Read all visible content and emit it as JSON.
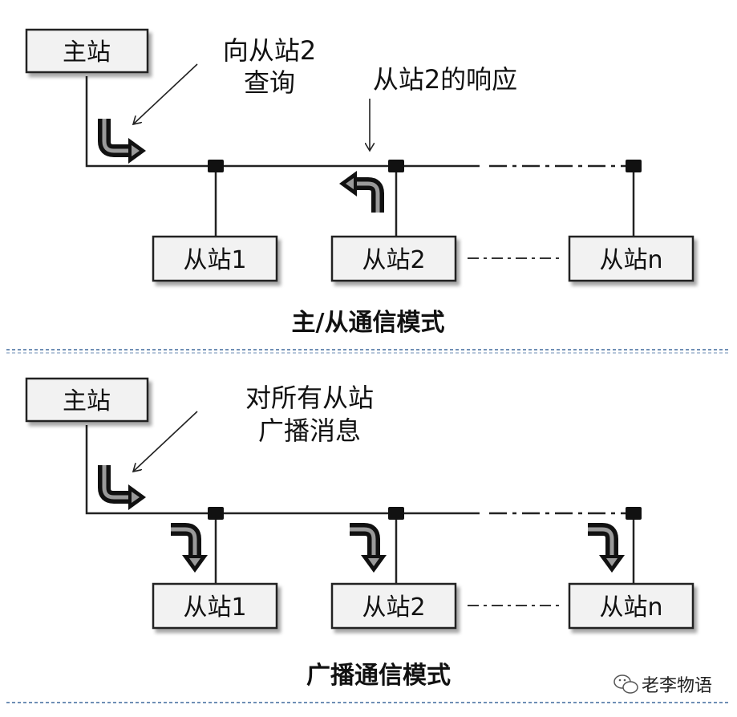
{
  "top": {
    "master": "主站",
    "note_query_line1": "向从站2",
    "note_query_line2": "查询",
    "note_response": "从站2的响应",
    "slaves": [
      "从站1",
      "从站2",
      "从站n"
    ],
    "caption": "主/从通信模式"
  },
  "bottom": {
    "master": "主站",
    "note_line1": "对所有从站",
    "note_line2": "广播消息",
    "slaves": [
      "从站1",
      "从站2",
      "从站n"
    ],
    "caption": "广播通信模式"
  },
  "watermark": "老李物语",
  "colors": {
    "box_fill": "#f2f2f2",
    "line": "#222222",
    "separator": "#6f8fb5"
  }
}
